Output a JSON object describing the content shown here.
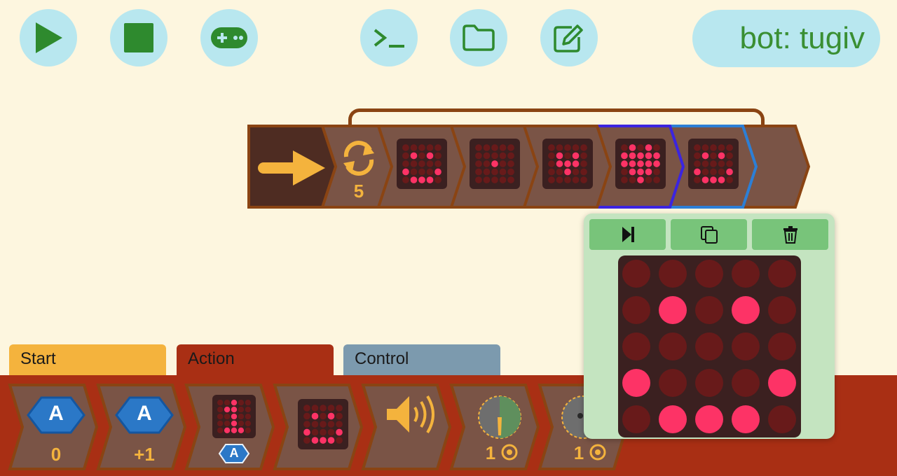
{
  "toolbar": {
    "play_icon": "play-icon",
    "stop_icon": "stop-icon",
    "gamepad_icon": "gamepad-icon",
    "terminal_icon": "terminal-icon",
    "folder_icon": "folder-icon",
    "edit_icon": "edit-icon",
    "robot_label": "bot: tugiv"
  },
  "program": {
    "start_icon": "arrow-right-icon",
    "loop_count": "5",
    "matrices": [
      [
        0,
        0,
        0,
        0,
        0,
        0,
        1,
        0,
        1,
        0,
        0,
        0,
        0,
        0,
        0,
        1,
        0,
        0,
        0,
        1,
        0,
        1,
        1,
        1,
        0
      ],
      [
        0,
        0,
        0,
        0,
        0,
        0,
        0,
        0,
        0,
        0,
        0,
        0,
        1,
        0,
        0,
        0,
        0,
        0,
        0,
        0,
        0,
        0,
        0,
        0,
        0
      ],
      [
        0,
        0,
        0,
        0,
        0,
        0,
        1,
        0,
        1,
        0,
        0,
        1,
        1,
        1,
        0,
        0,
        0,
        1,
        0,
        0,
        0,
        0,
        0,
        0,
        0
      ],
      [
        0,
        1,
        0,
        1,
        0,
        1,
        1,
        1,
        1,
        1,
        1,
        1,
        1,
        1,
        1,
        0,
        1,
        1,
        1,
        0,
        0,
        0,
        1,
        0,
        0
      ],
      [
        0,
        0,
        0,
        0,
        0,
        0,
        1,
        0,
        1,
        0,
        0,
        0,
        0,
        0,
        0,
        1,
        0,
        0,
        0,
        1,
        0,
        1,
        1,
        1,
        0
      ]
    ]
  },
  "palette": {
    "tabs": [
      {
        "label": "Start",
        "color": "#f4b33d"
      },
      {
        "label": "Action",
        "color": "#a92f14"
      },
      {
        "label": "Control",
        "color": "#7c9aae"
      }
    ],
    "blocks": {
      "set_var_label": "A",
      "set_var_value": "0",
      "change_var_label": "A",
      "change_var_value": "+1",
      "digit_var_label": "A",
      "sound_icon": "speaker-icon",
      "servo_value": "1",
      "motor_value": "1",
      "digit_matrix": [
        0,
        0,
        1,
        0,
        0,
        0,
        1,
        1,
        0,
        0,
        0,
        0,
        1,
        0,
        0,
        0,
        0,
        1,
        0,
        0,
        0,
        1,
        1,
        1,
        0
      ],
      "face_matrix": [
        0,
        0,
        0,
        0,
        0,
        0,
        1,
        0,
        1,
        0,
        0,
        0,
        0,
        0,
        0,
        1,
        0,
        0,
        0,
        1,
        0,
        1,
        1,
        1,
        0
      ]
    }
  },
  "popup": {
    "step_icon": "step-forward-icon",
    "copy_icon": "copy-icon",
    "delete_icon": "trash-icon",
    "matrix": [
      0,
      0,
      0,
      0,
      0,
      0,
      1,
      0,
      1,
      0,
      0,
      0,
      0,
      0,
      0,
      1,
      0,
      0,
      0,
      1,
      0,
      1,
      1,
      1,
      0
    ]
  },
  "colors": {
    "led_on": "#fd3366",
    "led_off": "#681a1a",
    "block_brown": "#7a5446",
    "block_outline": "#8a4413",
    "selected_outline": "#3b24e0",
    "next_outline": "#2c7fd6",
    "accent_orange": "#f4b33d"
  }
}
